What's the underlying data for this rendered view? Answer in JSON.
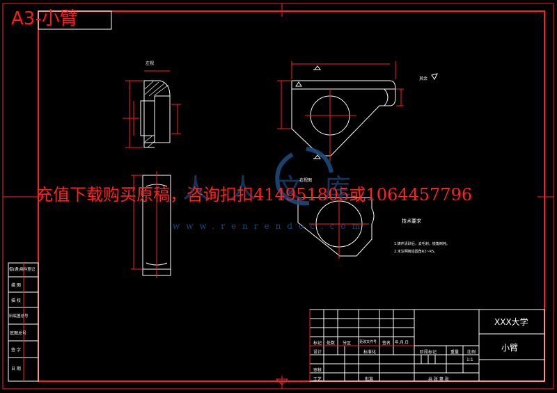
{
  "sheet": {
    "title": "A3-小臂"
  },
  "banner": {
    "text": "充值下载购买原稿，咨询扣扣414951805或1064457796"
  },
  "watermark": {
    "brand": "人人文库",
    "url": "www.renrendoc.com"
  },
  "views": {
    "side_label": "左视",
    "section_label": "右视图",
    "roughness_note": "其余"
  },
  "technical": {
    "heading": "技术要求",
    "items": [
      "1.铸件清砂后，去毛刺，锐角倒钝。",
      "2.未注明铸造圆角R2~R5。"
    ]
  },
  "left_stamp": [
    "借(通)用件登记",
    "描  图",
    "描  校",
    "旧底图总号",
    "底图总号",
    "签  字",
    "日  期"
  ],
  "title_block": {
    "school": "XXX大学",
    "part_name": "小臂",
    "header_cells": [
      "标记",
      "处数",
      "分区",
      "更改文件号",
      "签名",
      "年.月.日"
    ],
    "rows": [
      "设计",
      "审核",
      "工艺"
    ],
    "standard": "标准化",
    "approve": "批准",
    "stage_label": "阶段标记",
    "weight_label": "重量",
    "scale_label": "比例",
    "scale_value": "1:1",
    "sheet_info": "共   张   第   张"
  }
}
